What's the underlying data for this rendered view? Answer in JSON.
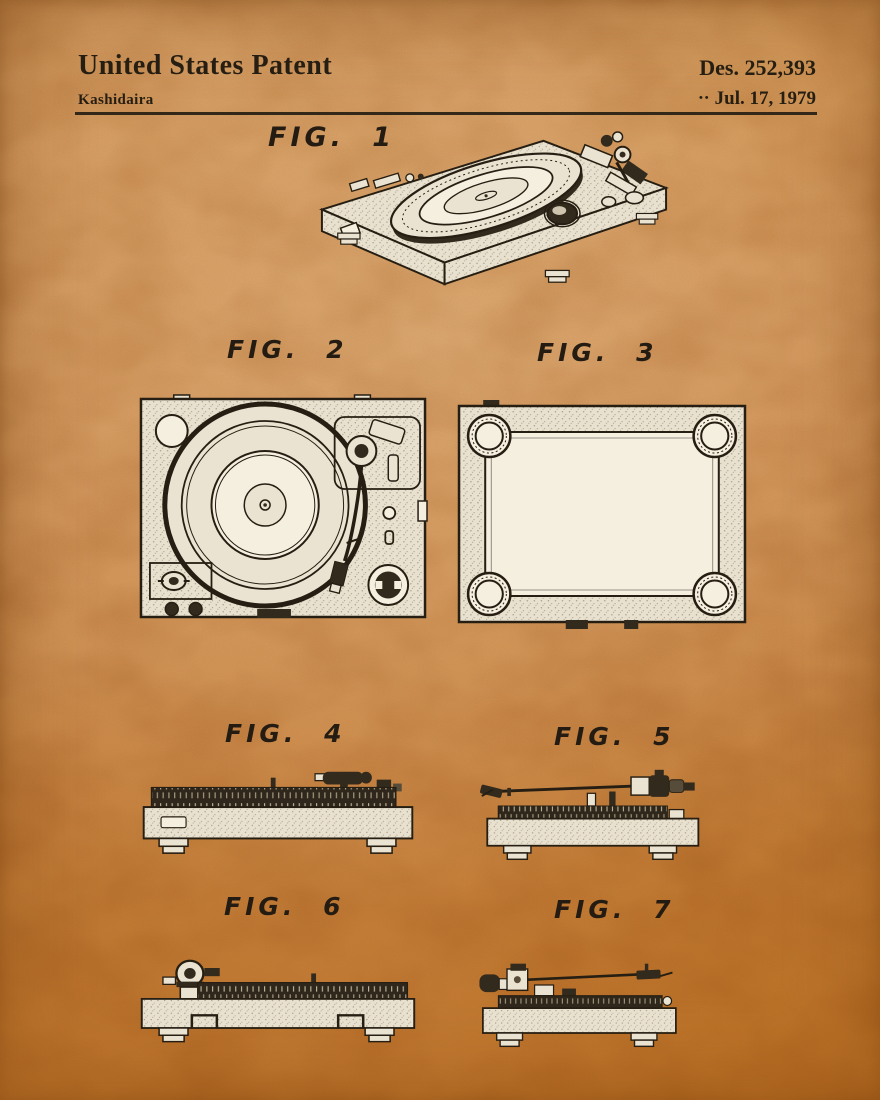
{
  "poster": {
    "header": {
      "title": "United States Patent",
      "inventor": "Kashidaira",
      "patent_number": "Des. 252,393",
      "date_marker": "••",
      "date": "Jul. 17, 1979"
    },
    "figures": [
      {
        "label": "FIG. 1"
      },
      {
        "label": "FIG. 2"
      },
      {
        "label": "FIG. 3"
      },
      {
        "label": "FIG. 4"
      },
      {
        "label": "FIG. 5"
      },
      {
        "label": "FIG. 6"
      },
      {
        "label": "FIG. 7"
      }
    ],
    "colors": {
      "paper": "#d09355",
      "paper_light": "#dcaa6e",
      "paper_dark": "#c67e38",
      "ink": "#261e12",
      "ink_soft": "#332a1e",
      "drawing_light": "#ebe3d1",
      "drawing_white": "#f5efe0"
    }
  }
}
